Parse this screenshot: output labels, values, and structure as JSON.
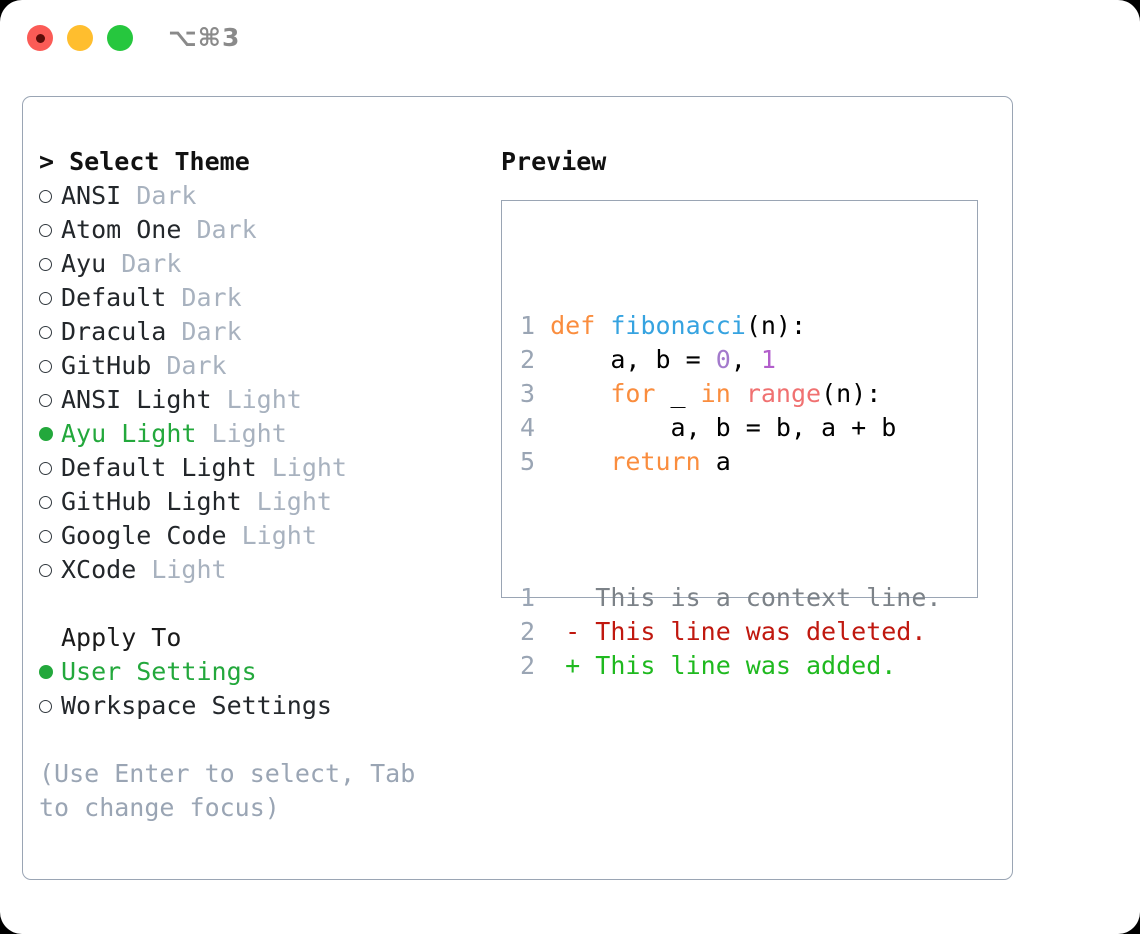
{
  "window": {
    "shortcut": "⌥⌘3",
    "traffic_lights": [
      {
        "name": "close",
        "color": "#fb5b56"
      },
      {
        "name": "minimize",
        "color": "#ffbe2e"
      },
      {
        "name": "maximize",
        "color": "#26c73e"
      }
    ]
  },
  "theme_picker": {
    "heading": "Select Theme",
    "caret": ">",
    "items": [
      {
        "label": "ANSI",
        "tag": "Dark",
        "selected": false
      },
      {
        "label": "Atom One",
        "tag": "Dark",
        "selected": false
      },
      {
        "label": "Ayu",
        "tag": "Dark",
        "selected": false
      },
      {
        "label": "Default",
        "tag": "Dark",
        "selected": false
      },
      {
        "label": "Dracula",
        "tag": "Dark",
        "selected": false
      },
      {
        "label": "GitHub",
        "tag": "Dark",
        "selected": false
      },
      {
        "label": "ANSI Light",
        "tag": "Light",
        "selected": false
      },
      {
        "label": "Ayu Light",
        "tag": "Light",
        "selected": true
      },
      {
        "label": "Default Light",
        "tag": "Light",
        "selected": false
      },
      {
        "label": "GitHub Light",
        "tag": "Light",
        "selected": false
      },
      {
        "label": "Google Code",
        "tag": "Light",
        "selected": false
      },
      {
        "label": "XCode",
        "tag": "Light",
        "selected": false
      }
    ]
  },
  "apply_to": {
    "heading": "Apply To",
    "items": [
      {
        "label": "User Settings",
        "selected": true
      },
      {
        "label": "Workspace Settings",
        "selected": false
      }
    ]
  },
  "hint": "(Use Enter to select, Tab to change focus)",
  "preview": {
    "title": "Preview",
    "code_lines": [
      {
        "no": "1",
        "text": "def fibonacci(n):"
      },
      {
        "no": "2",
        "text": "    a, b = 0, 1"
      },
      {
        "no": "3",
        "text": "    for _ in range(n):"
      },
      {
        "no": "4",
        "text": "        a, b = b, a + b"
      },
      {
        "no": "5",
        "text": "    return a"
      }
    ],
    "diff_lines": [
      {
        "no": "1",
        "marker": " ",
        "text": "This is a context line.",
        "kind": "context"
      },
      {
        "no": "2",
        "marker": "-",
        "text": "This line was deleted.",
        "kind": "deleted"
      },
      {
        "no": "2",
        "marker": "+",
        "text": "This line was added.",
        "kind": "added"
      }
    ]
  },
  "colors": {
    "accent_green": "#23a83c",
    "muted": "#a8b2bf",
    "border": "#9aa5b4",
    "keyword": "#fa8d3e",
    "function": "#36a3e0",
    "number": "#a37acc",
    "builtin": "#f07171",
    "diff_added": "#1fb91f",
    "diff_deleted": "#c0180f"
  }
}
